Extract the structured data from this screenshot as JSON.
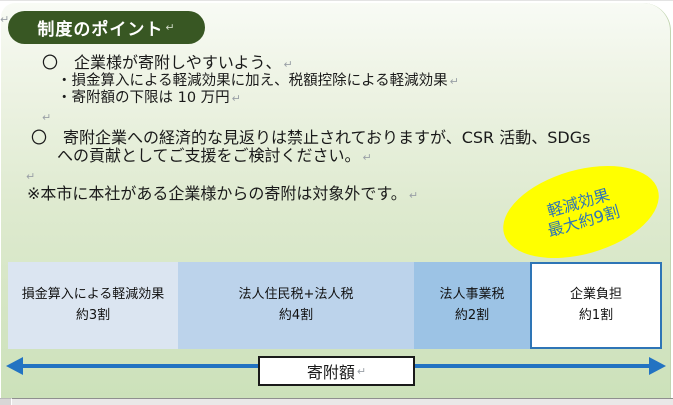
{
  "badge": {
    "label": "制度のポイント"
  },
  "marks": {
    "return": "↵"
  },
  "body": {
    "bullet1": "〇　企業様が寄附しやすいよう、",
    "bullet1_sub1": "・損金算入による軽減効果に加え、税額控除による軽減効果",
    "bullet1_sub2": "・寄附額の下限は 10 万円",
    "bullet2_line1": "〇　寄附企業への経済的な見返りは禁止されておりますが、CSR 活動、SDGs",
    "bullet2_line2": "への貢献としてご支援をご検討ください。",
    "note": "※本市に本社がある企業様からの寄附は対象外です。"
  },
  "highlight": {
    "line1": "軽減効果",
    "line2": "最大約9割",
    "fill": "#FFFF00",
    "text_color": "#2E75B6"
  },
  "chart_data": {
    "type": "bar",
    "orientation": "horizontal-stacked",
    "segments": [
      {
        "label": "損金算入による軽減効果",
        "share_label": "約3割",
        "share": 0.3,
        "color": "#DBE5F1"
      },
      {
        "label": "法人住民税+法人税",
        "share_label": "約4割",
        "share": 0.4,
        "color": "#BCD3EB"
      },
      {
        "label": "法人事業税",
        "share_label": "約2割",
        "share": 0.2,
        "color": "#9CC3E5"
      },
      {
        "label": "企業負担",
        "share_label": "約1割",
        "share": 0.1,
        "color": "#FFFFFF"
      }
    ],
    "axis_label": "寄附額",
    "arrow_color": "#2273C2"
  },
  "colors": {
    "badge_bg": "#385723",
    "panel_top": "#F8FBF5",
    "panel_bottom": "#CCE1BA",
    "segment4_border": "#2E75B6"
  }
}
